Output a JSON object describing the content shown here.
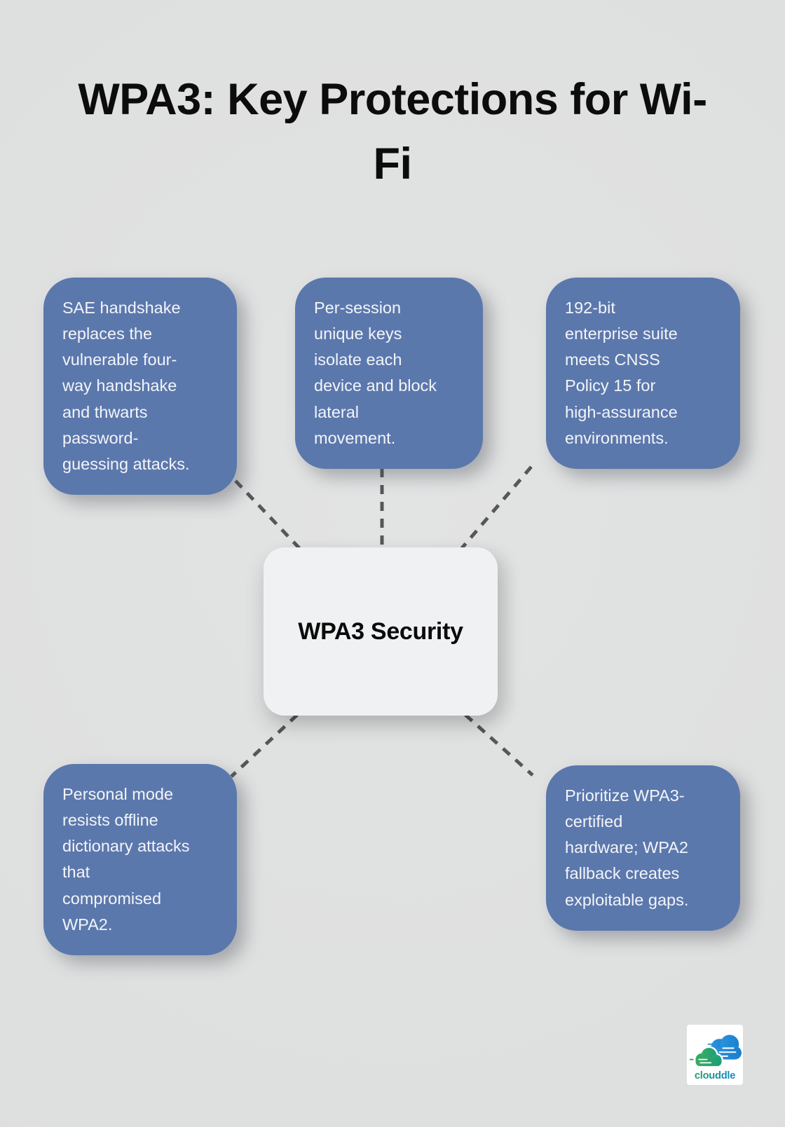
{
  "colors": {
    "background": "#dfe0e0",
    "node_fill": "#5b78ad",
    "node_text": "#f3f5f8",
    "center_fill": "#f0f1f3",
    "connector": "#565759",
    "title_text": "#0c0c0c",
    "logo_green": "#2aa268",
    "logo_blue": "#1e87d2"
  },
  "title": {
    "lines": [
      "WPA3: Key Protections for Wi-",
      "Fi"
    ],
    "full": "WPA3: Key Protections for Wi-Fi"
  },
  "center_node": {
    "label": "WPA3 Security"
  },
  "nodes": [
    {
      "id": "sae-handshake",
      "text": "SAE handshake\nreplaces the\nvulnerable four-\nway handshake\nand thwarts\npassword-\nguessing attacks."
    },
    {
      "id": "per-session-keys",
      "text": "Per-session\nunique keys\nisolate each\ndevice and block\nlateral\nmovement."
    },
    {
      "id": "enterprise-192",
      "text": "192-bit\nenterprise suite\nmeets CNSS\nPolicy 15 for\nhigh-assurance\nenvironments."
    },
    {
      "id": "personal-mode",
      "text": "Personal mode\nresists offline\ndictionary attacks\nthat\ncompromised\nWPA2."
    },
    {
      "id": "wpa3-hardware",
      "text": "Prioritize WPA3-\ncertified\nhardware; WPA2\nfallback creates\nexploitable gaps."
    }
  ],
  "logo": {
    "wordmark": "clouddle"
  }
}
